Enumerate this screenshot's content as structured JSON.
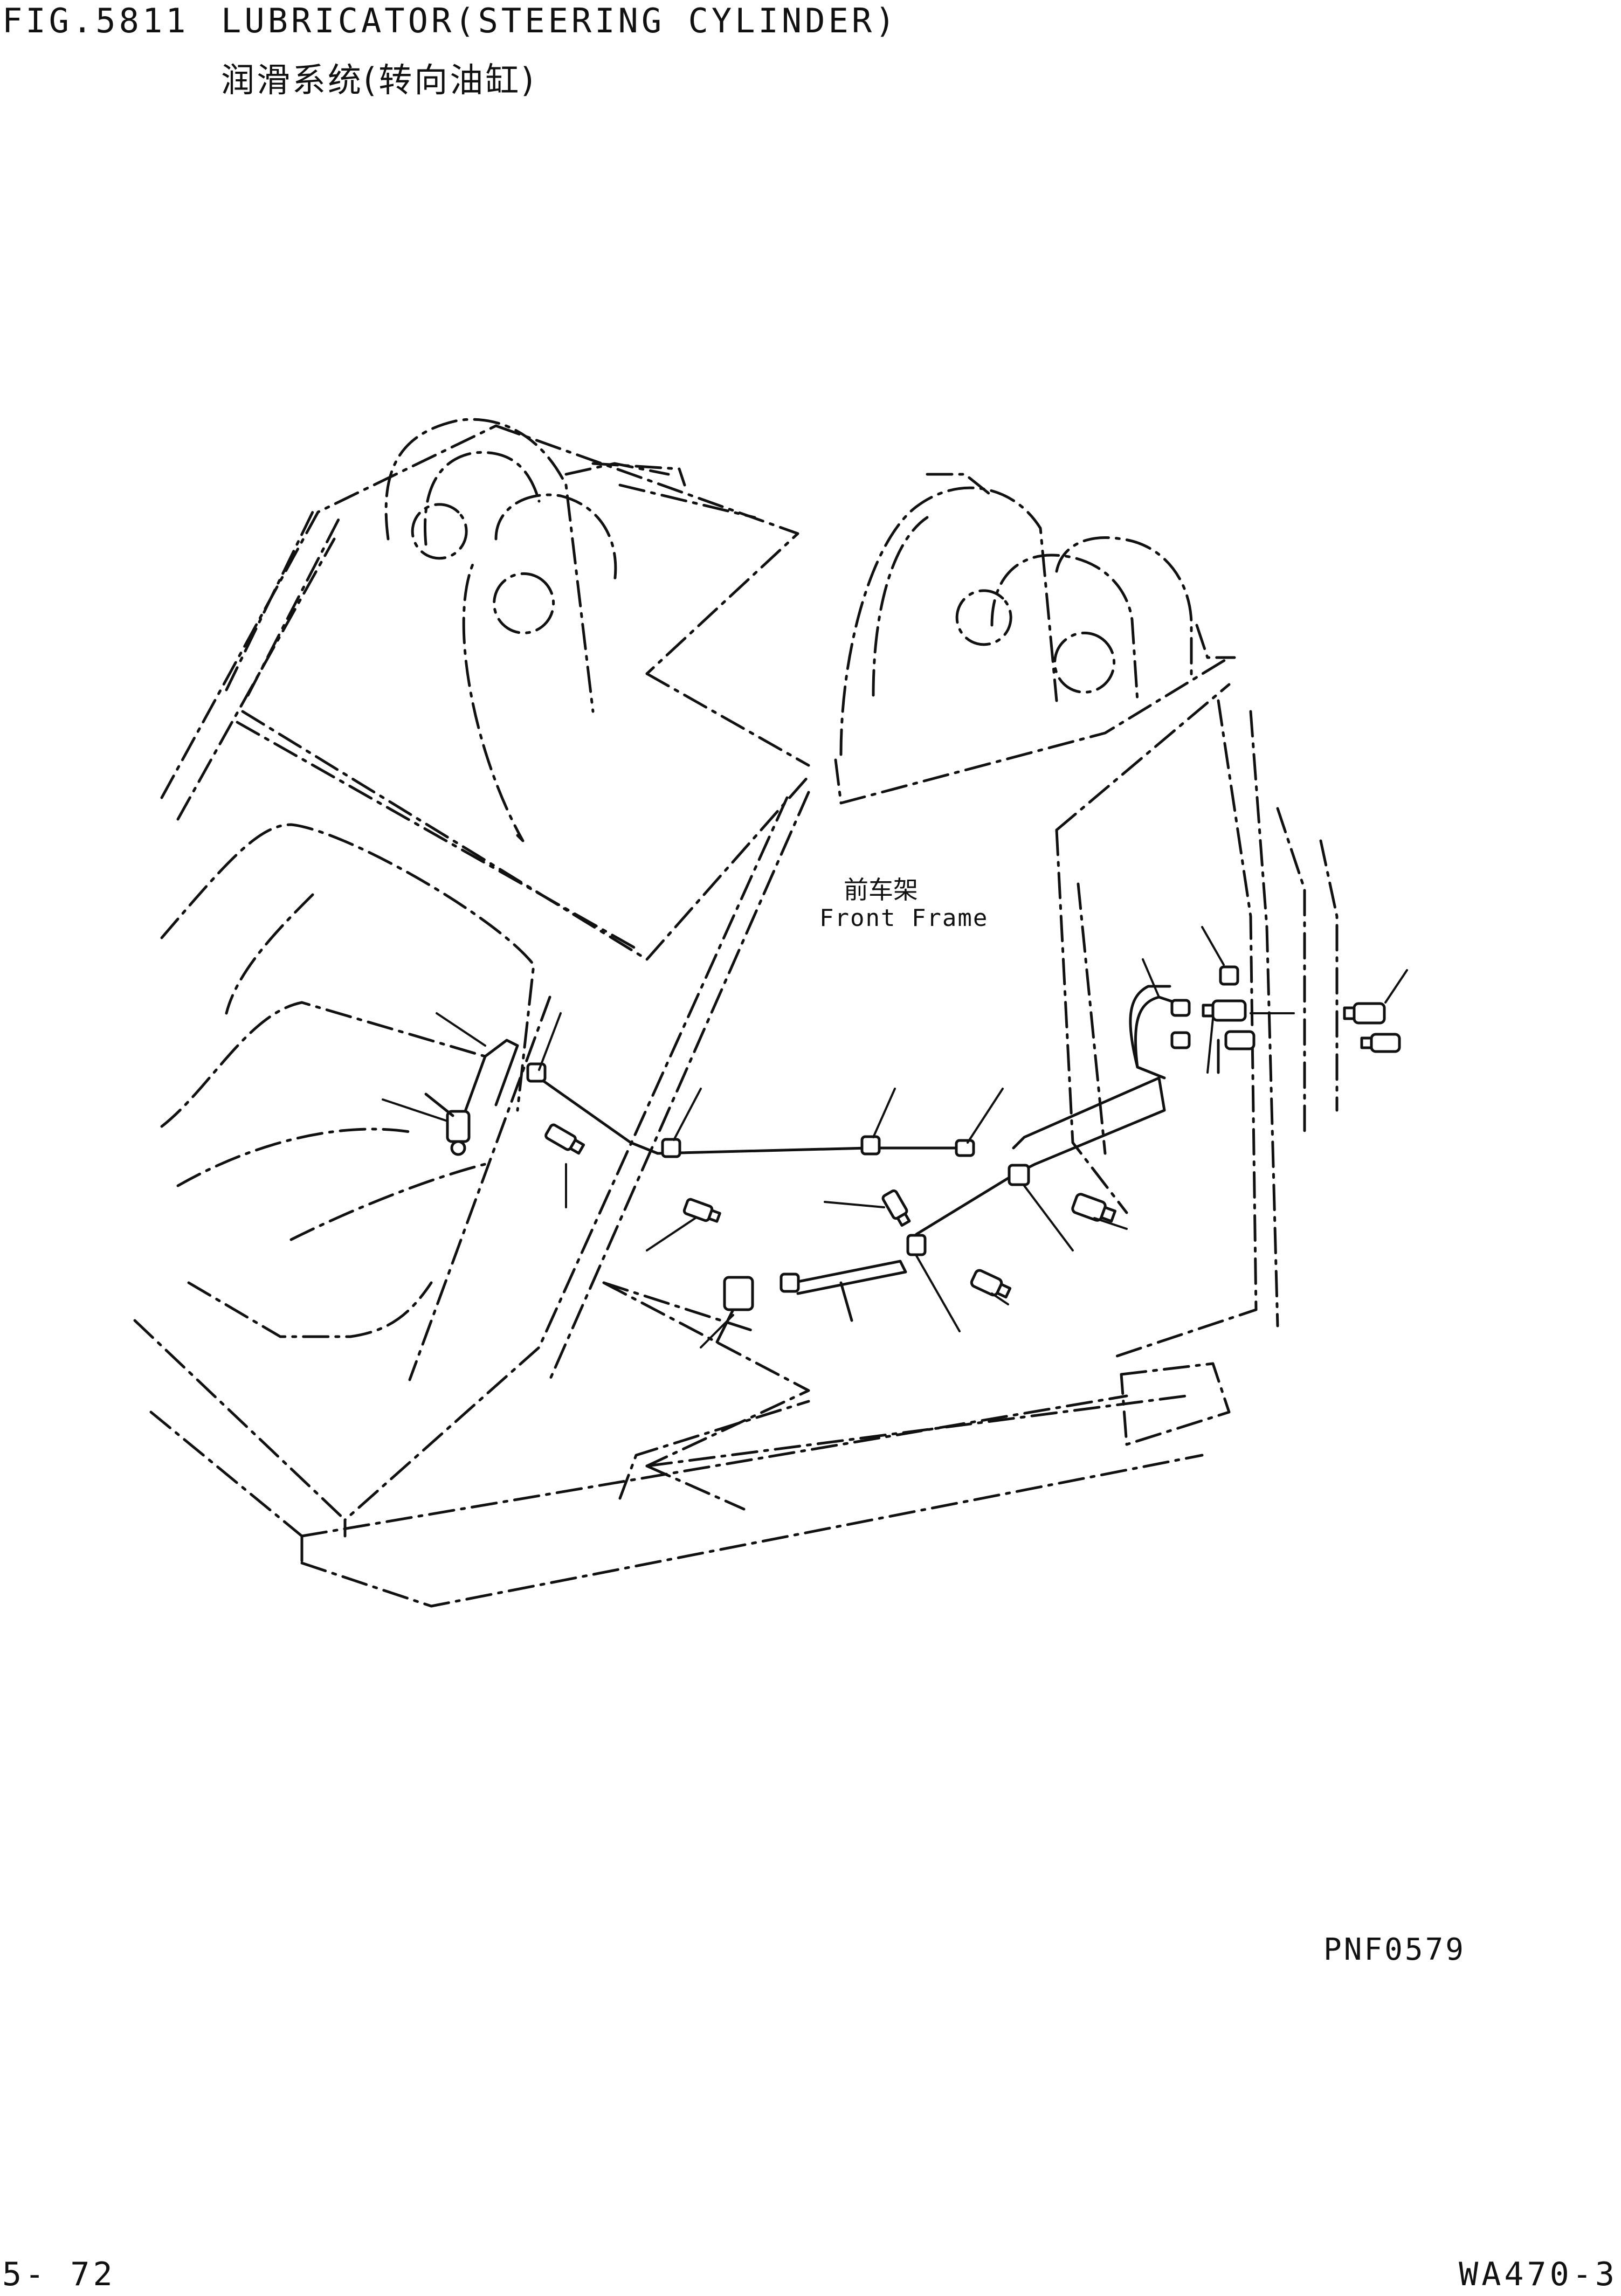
{
  "header": {
    "fig_no": "FIG.5811",
    "title_en": "LUBRICATOR(STEERING CYLINDER)",
    "title_cn": "润滑系统(转向油缸)"
  },
  "diagram": {
    "frame_label_cn": "前车架",
    "frame_label_en": "Front Frame",
    "illustration_code": "PNF0579"
  },
  "footer": {
    "page_no": "5- 72",
    "model": "WA470-3"
  }
}
